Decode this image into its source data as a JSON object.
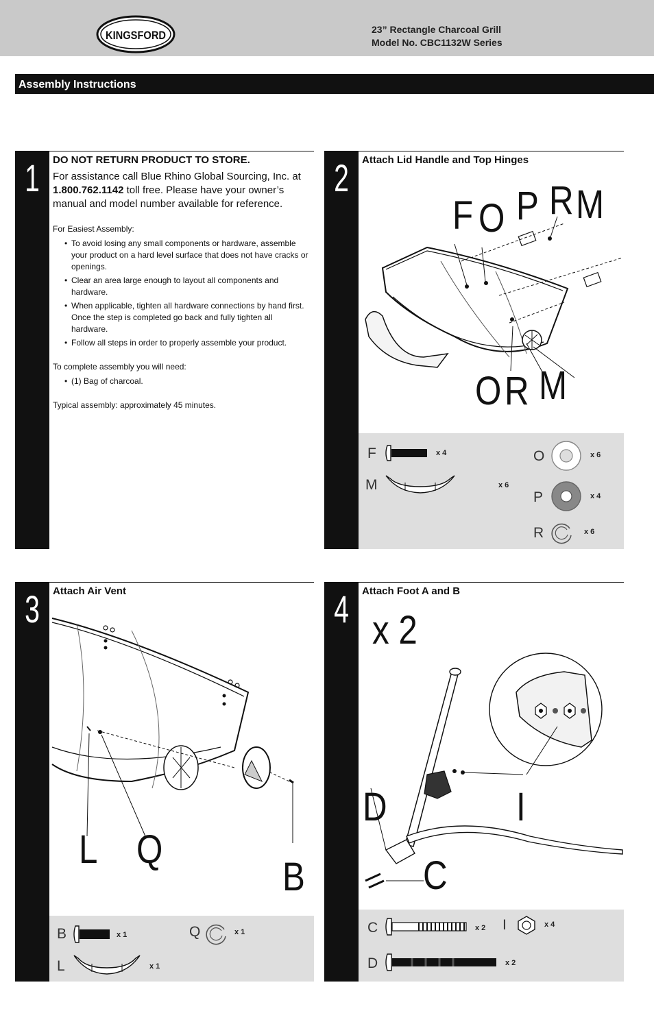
{
  "header": {
    "brand": "KINGSFORD",
    "model_line1": "23” Rectangle Charcoal Grill",
    "model_line2": "Model No. CBC1132W Series"
  },
  "section_title": "Assembly Instructions",
  "step1": {
    "number": "1",
    "heading": "DO NOT RETURN PRODUCT TO STORE.",
    "assist_pre": "For assistance call Blue Rhino Global Sourcing, Inc. at",
    "phone": "1.800.762.1142",
    "assist_post": "toll free. Please have your owner’s manual and model number available for reference.",
    "easiest_label": "For Easiest Assembly:",
    "tips": [
      "To avoid losing any small components or hardware, assemble your product on a hard level surface that does not have cracks or openings.",
      "Clear an area large enough to layout all components and hardware.",
      "When applicable, tighten all hardware connections by hand first. Once the step is completed go back and fully tighten all hardware.",
      "Follow all steps in order to properly assemble your product."
    ],
    "need_label": "To complete assembly you will need:",
    "needs": [
      "(1) Bag of charcoal."
    ],
    "time": "Typical assembly: approximately 45 minutes."
  },
  "step2": {
    "number": "2",
    "title": "Attach Lid Handle and Top Hinges",
    "callouts_top": [
      "F",
      "O",
      "P",
      "R",
      "M"
    ],
    "callouts_bottom": [
      "O",
      "R",
      "M"
    ],
    "parts": [
      {
        "label": "F",
        "count": "x 4"
      },
      {
        "label": "M",
        "count": "x 6"
      },
      {
        "label": "O",
        "count": "x 6"
      },
      {
        "label": "P",
        "count": "x 4"
      },
      {
        "label": "R",
        "count": "x 6"
      }
    ]
  },
  "step3": {
    "number": "3",
    "title": "Attach Air Vent",
    "callouts": [
      "L",
      "Q",
      "B"
    ],
    "parts": [
      {
        "label": "B",
        "count": "x 1"
      },
      {
        "label": "Q",
        "count": "x 1"
      },
      {
        "label": "L",
        "count": "x 1"
      }
    ]
  },
  "step4": {
    "number": "4",
    "title": "Attach Foot A and B",
    "multiplier": "x 2",
    "callouts": [
      "D",
      "I",
      "C"
    ],
    "parts": [
      {
        "label": "C",
        "count": "x 2"
      },
      {
        "label": "I",
        "count": "x 4"
      },
      {
        "label": "D",
        "count": "x 2"
      }
    ]
  },
  "colors": {
    "header_bg": "#c9c9c9",
    "bar_bg": "#111111",
    "parts_bg": "#dedede"
  }
}
